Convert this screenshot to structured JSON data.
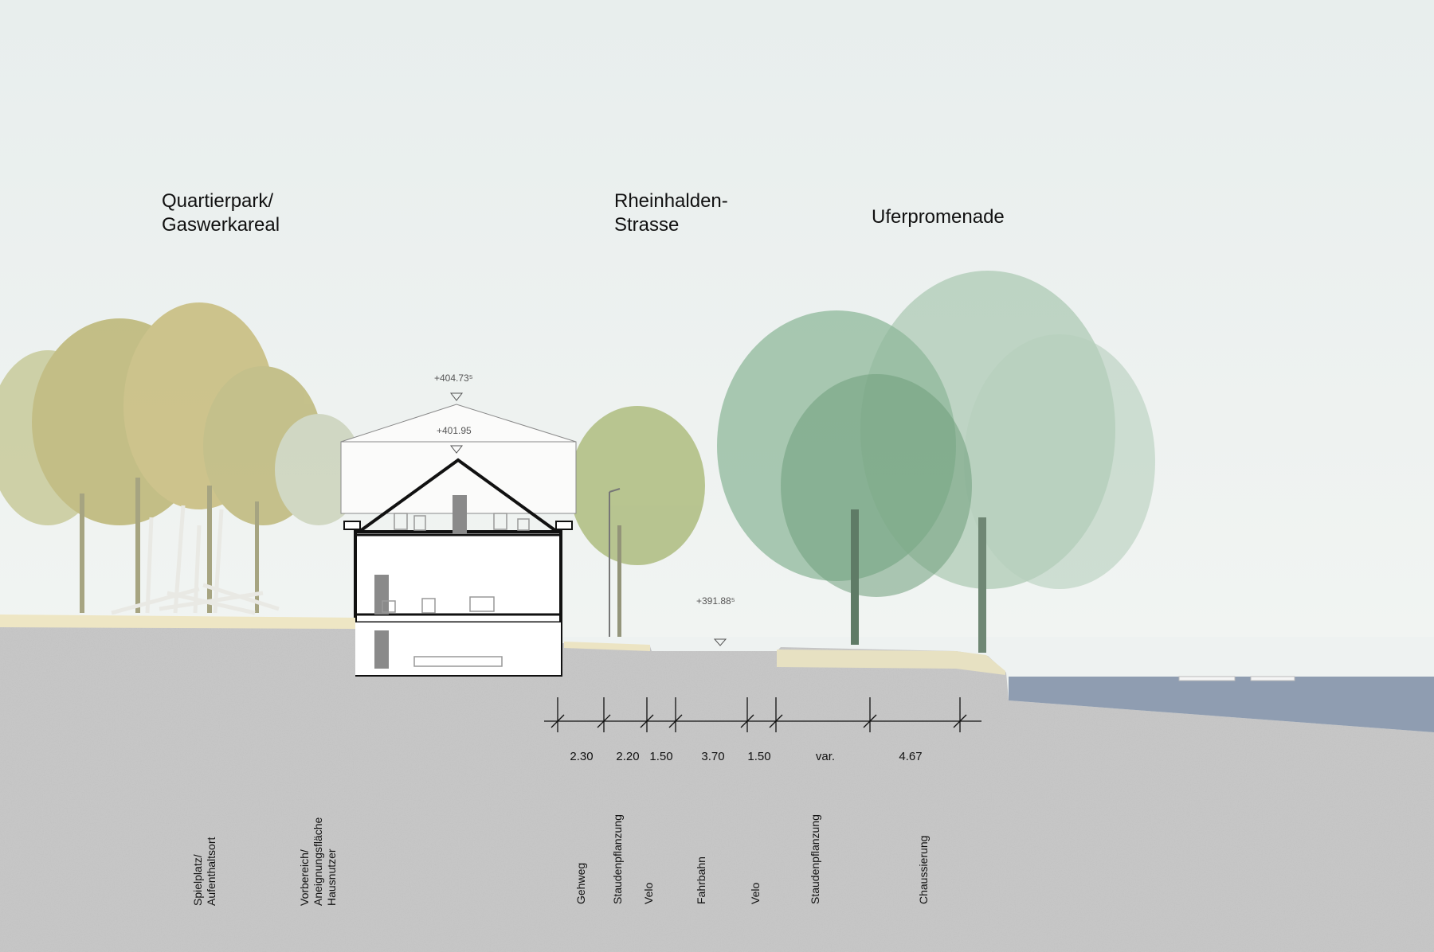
{
  "zones": {
    "park": "Quartierpark/\nGaswerkareal",
    "street": "Rheinhalden-\nStrasse",
    "promenade": "Uferpromenade"
  },
  "elevations": {
    "ridge": "+404.73⁵",
    "eave": "+401.95",
    "street": "+391.88⁵"
  },
  "dimensions": [
    "2.30",
    "2.20",
    "1.50",
    "3.70",
    "1.50",
    "var.",
    "4.67"
  ],
  "labels": {
    "spielplatz": "Spielplatz/\nAufenthaltsort",
    "vorbereich": "Vorbereich/\nAneignungsfläche\nHausnutzer",
    "gehweg": "Gehweg",
    "stauden1": "Staudenpflanzung",
    "velo1": "Velo",
    "fahrbahn": "Fahrbahn",
    "velo2": "Velo",
    "stauden2": "Staudenpflanzung",
    "chaussierung": "Chaussierung"
  },
  "colors": {
    "sky": "#eef2f1",
    "ground": "#c9c9c9",
    "water": "#8f9db1",
    "tree_yellow": "#b7b06a",
    "tree_green": "#7fae8c"
  }
}
